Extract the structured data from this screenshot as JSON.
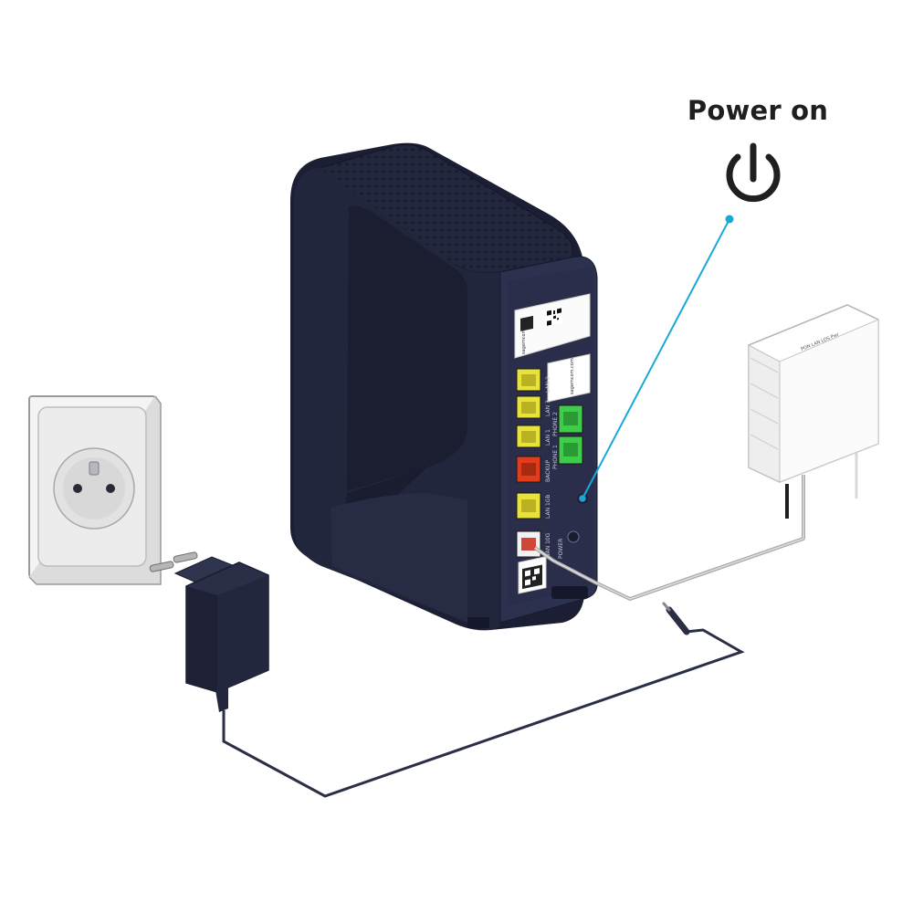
{
  "callout": {
    "title": "Power on",
    "icon": "power-icon",
    "line_color": "#1aa8d8"
  },
  "router": {
    "brand": "sagemcom",
    "label_url": "sagemcom.com",
    "body_color": "#262a42",
    "ports": [
      {
        "label": "LAN 2",
        "color": "#e8e23a"
      },
      {
        "label": "LAN 1",
        "color": "#e8e23a"
      },
      {
        "label": "LAN 3",
        "color": "#e8e23a"
      },
      {
        "label": "BACKUP",
        "color": "#e23c1c"
      },
      {
        "label": "LAN 1Gb",
        "color": "#e8e23a"
      },
      {
        "label": "PHONE 2",
        "color": "#3fcc4a"
      },
      {
        "label": "PHONE 1",
        "color": "#3fcc4a"
      }
    ],
    "wan_label": "WAN 10G",
    "power_label": "POWER"
  },
  "ont": {
    "label": "PON LAN LOS Pwr"
  }
}
